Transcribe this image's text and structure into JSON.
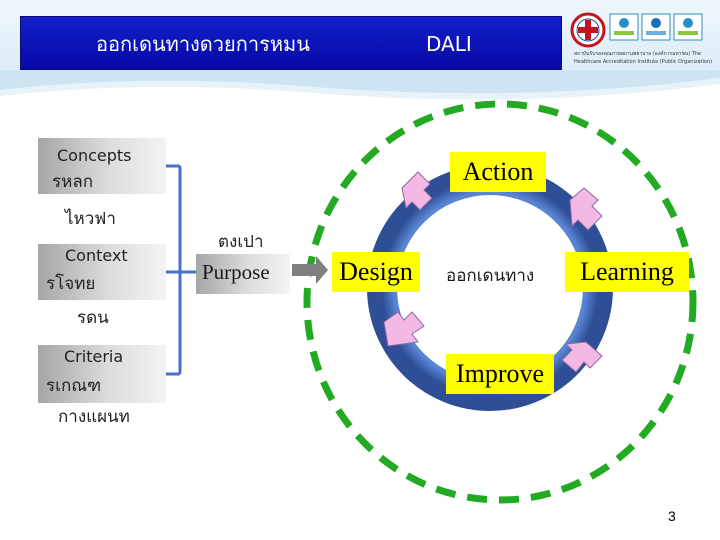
{
  "header": {
    "title": "ออกเดนทางดวยการหมน",
    "tag": "DALI",
    "logo_caption": "สถาบันรับรองคุณภาพสถานพยาบาล (องค์การมหาชน) The Healthcare Accreditation Institute (Public Organization)"
  },
  "left_panel": {
    "concepts_label": "Concepts",
    "concepts_sub": "รหลก",
    "between_1": "ไหวฟา",
    "context_label": "Context",
    "context_sub": "รโจทย",
    "between_2": "รดน",
    "criteria_label": "Criteria",
    "criteria_sub": "รเกณฑ",
    "below_criteria": "กางแผนท"
  },
  "purpose": {
    "above": "ตงเปา",
    "label": "Purpose"
  },
  "cycle": {
    "action": "Action",
    "design": "Design",
    "journey": "ออกเดนทาง",
    "learning": "Learning",
    "improve": "Improve"
  },
  "footer": {
    "page_number": "3"
  },
  "colors": {
    "title_bar": "#0a10b8",
    "highlight": "#ffff00",
    "ring": "#4472c4",
    "dashed_circle": "#22aa22",
    "arrow_pink": "#f4b8e4"
  }
}
